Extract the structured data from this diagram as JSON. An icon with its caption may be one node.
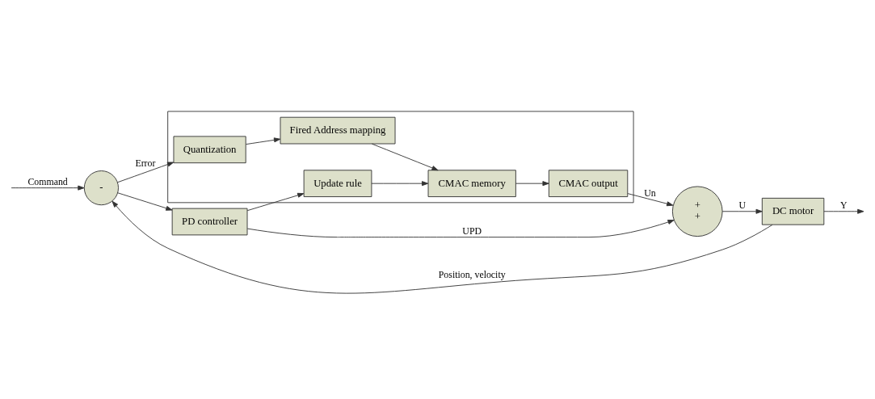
{
  "diagram": {
    "nodes": [
      {
        "text": [],
        "shape": "box"
      },
      {
        "text": [
          "Quantization"
        ],
        "in": 0
      },
      {
        "text": [
          "Fired Address mapping"
        ],
        "in": 0
      },
      {
        "text": [
          "CMAC memory"
        ],
        "in": 0
      },
      {
        "text": [
          "CMAC output"
        ],
        "in": 0
      },
      {
        "text": [
          "Update rule"
        ],
        "in": 0
      },
      {
        "text": [
          "-"
        ]
      },
      {
        "text": [
          "PD controller"
        ]
      },
      {
        "text": [
          "+",
          "+"
        ]
      },
      {
        "text": [
          "DC motor"
        ]
      }
    ],
    "edges": [
      {
        "from": null,
        "to": 6,
        "arrow": "to",
        "label": "Command"
      },
      {
        "from": 6,
        "to": 7,
        "arrow": "to"
      },
      {
        "from": 6,
        "to": 1,
        "arrow": "to",
        "label": "Error"
      },
      {
        "from": 1,
        "to": 2,
        "arrow": "to"
      },
      {
        "from": 2,
        "to": 3,
        "arrow": "to"
      },
      {
        "from": 3,
        "to": 4,
        "arrow": "to"
      },
      {
        "from": 5,
        "to": 3,
        "arrow": "to"
      },
      {
        "from": 7,
        "to": 5,
        "arrow": "to"
      },
      {
        "from": 7,
        "to": 8,
        "arrow": "to",
        "label": "UPD"
      },
      {
        "from": 4,
        "to": 8,
        "arrow": "to",
        "label": "Un"
      },
      {
        "from": 8,
        "to": 9,
        "arrow": "to",
        "label": "U"
      },
      {
        "from": 9,
        "to": null,
        "arrow": "to",
        "label": "Y"
      },
      {
        "from": 9,
        "to": 6,
        "arrow": "to",
        "label": "Position, velocity"
      }
    ]
  }
}
